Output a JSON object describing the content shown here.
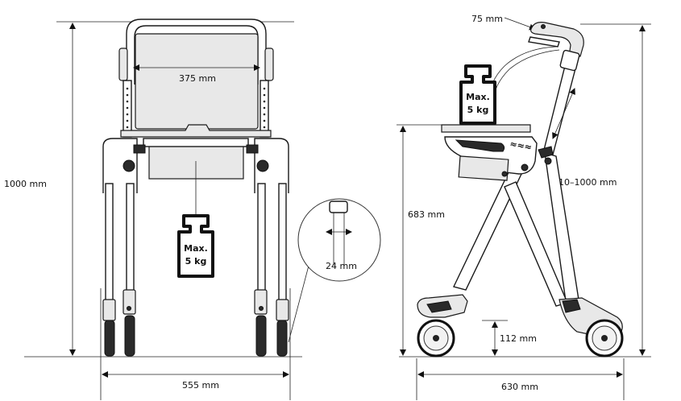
{
  "front_view": {
    "height_label": "1000 mm",
    "seat_width_label": "375 mm",
    "overall_width_label": "555 mm",
    "tube_label": "24 mm",
    "weight": {
      "line1": "Max.",
      "line2": "5 kg"
    }
  },
  "side_view": {
    "handle_label": "75 mm",
    "handle_height_label": "810–1000 mm",
    "seat_height_label": "683 mm",
    "ground_clearance_label": "112 mm",
    "depth_label": "630 mm",
    "weight": {
      "line1": "Max.",
      "line2": "5 kg"
    }
  },
  "colors": {
    "line": "#111111",
    "weight_fill": "#ffffff",
    "weight_border": "#111111"
  }
}
